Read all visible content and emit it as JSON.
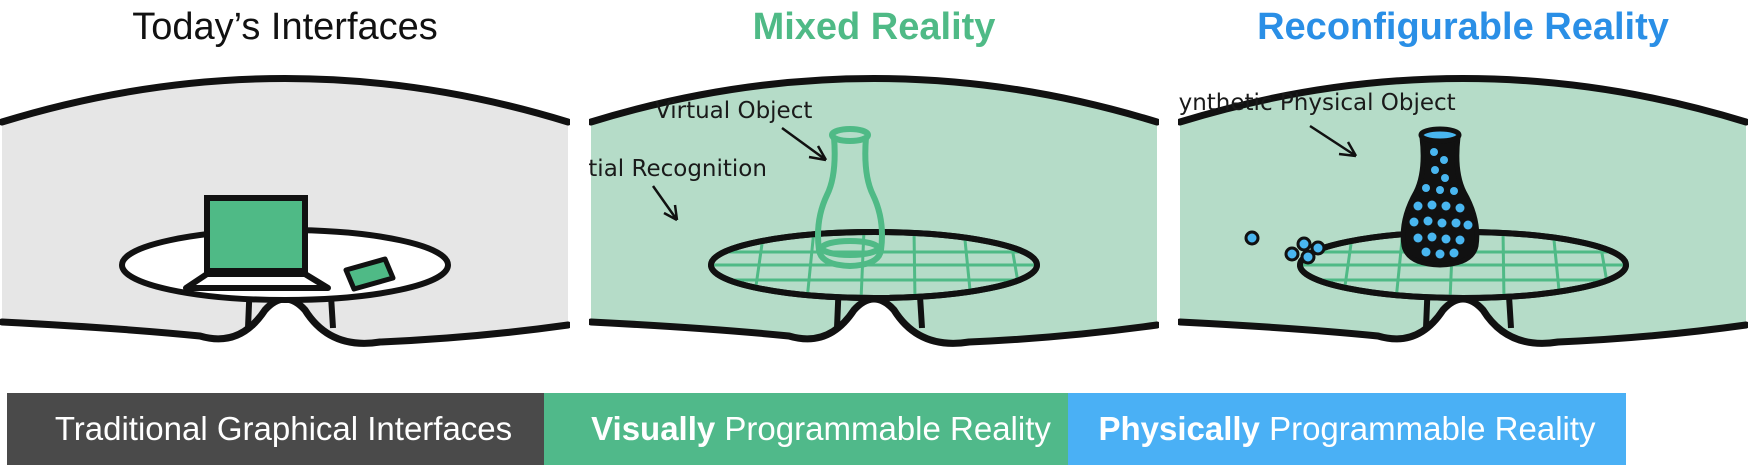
{
  "colors": {
    "title_today": "#111111",
    "title_mixed": "#4fba86",
    "title_reconfig": "#2a8fe6",
    "goggle_gray": "#e6e6e6",
    "goggle_green": "#b5dcc8",
    "accent_green": "#4fba86",
    "particle_blue": "#49b6f0",
    "caption_gray": "#4a4a4a",
    "caption_green": "#50b98a",
    "caption_blue": "#4ab0f5"
  },
  "panels": [
    {
      "title": "Today’s Interfaces",
      "caption": {
        "bold": "",
        "rest": "Traditional Graphical Interfaces"
      }
    },
    {
      "title": "Mixed Reality",
      "annotations": {
        "object": "Virtual Object",
        "surface": "Spatial Recognition"
      },
      "caption": {
        "bold": "Visually",
        "rest": " Programmable Reality"
      }
    },
    {
      "title": "Reconfigurable Reality",
      "annotations": {
        "object": "Synthetic Physical Object"
      },
      "caption": {
        "bold": "Physically",
        "rest": " Programmable Reality"
      }
    }
  ]
}
